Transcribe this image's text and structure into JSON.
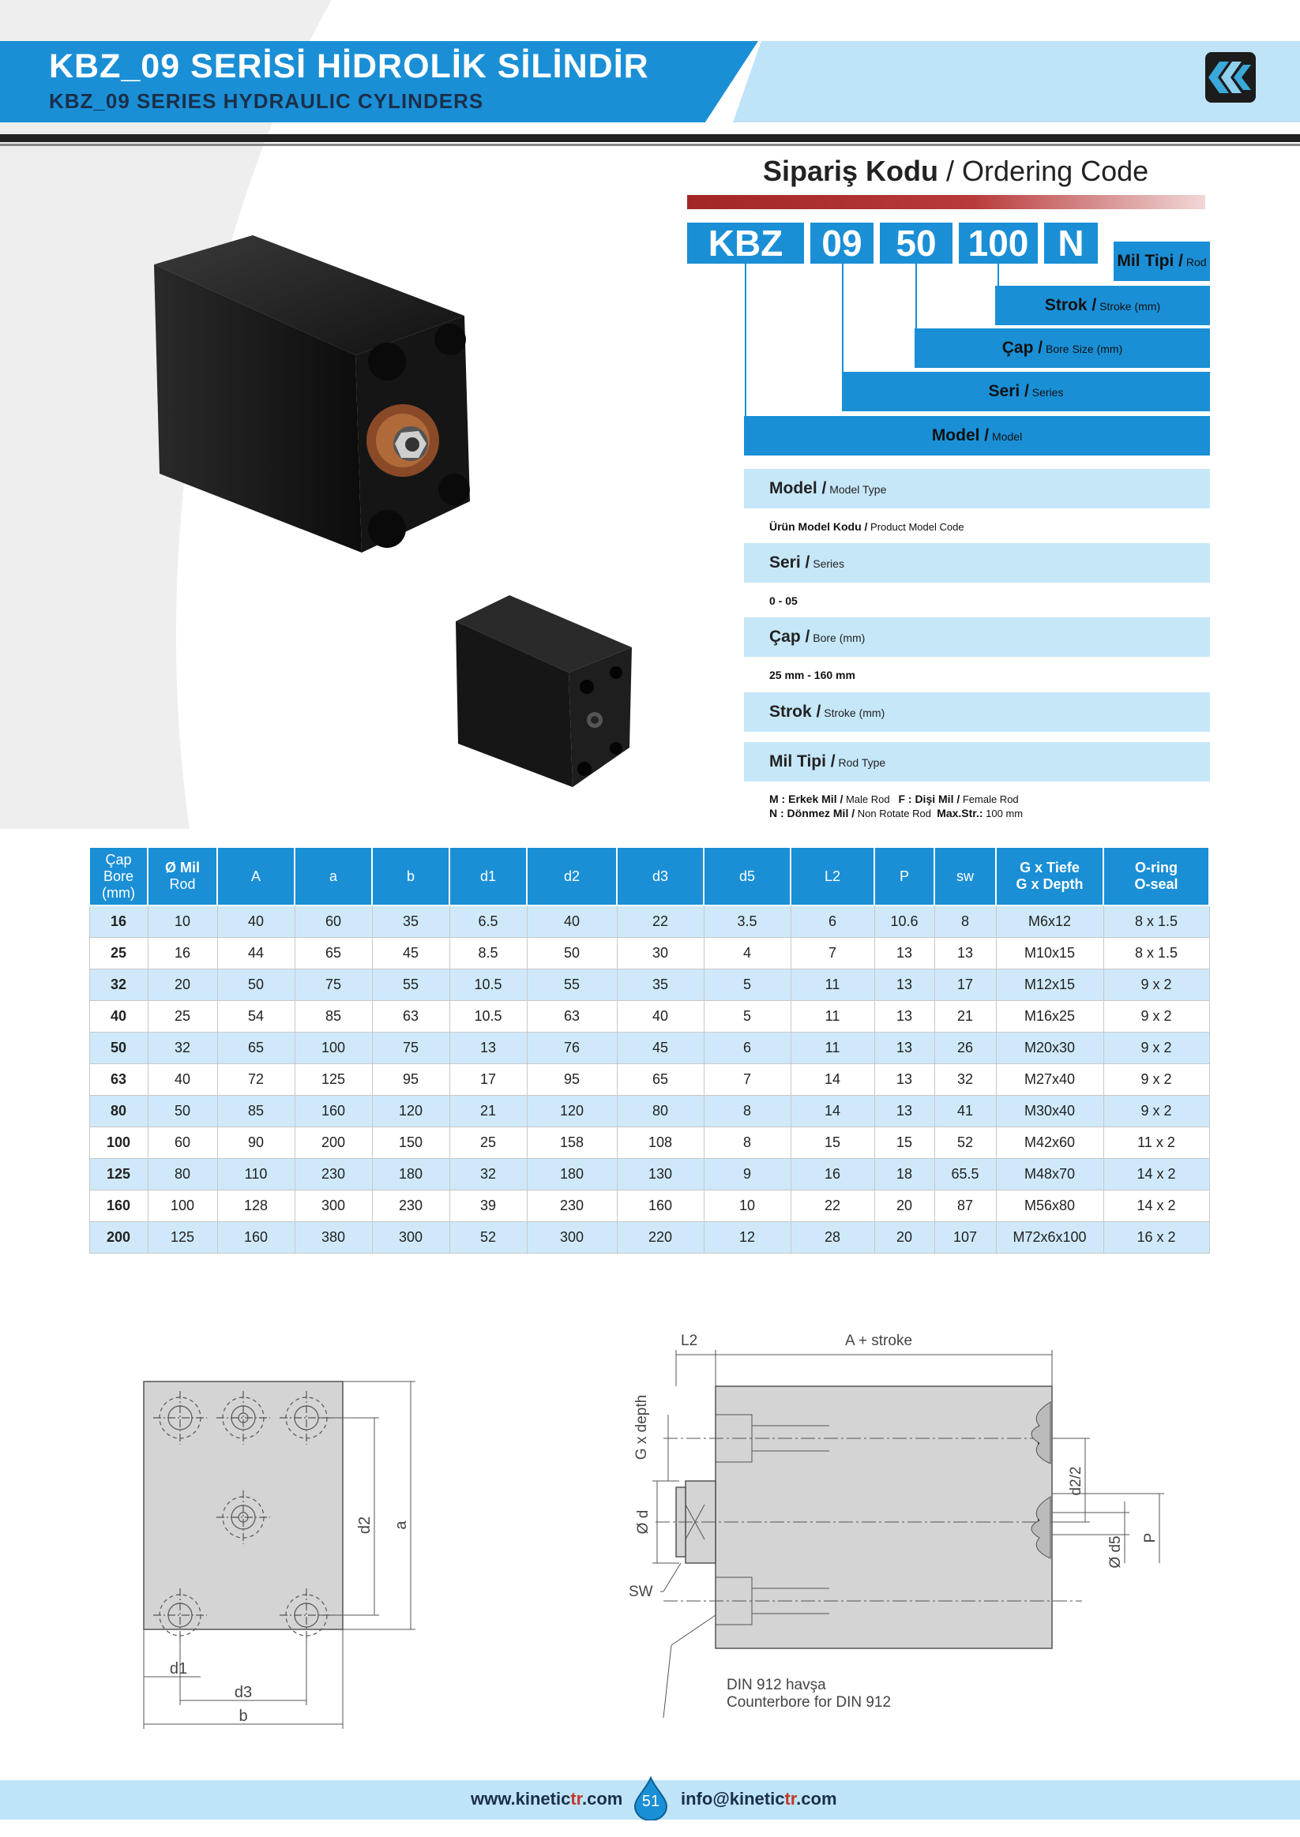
{
  "header": {
    "title_tr": "KBZ_09 SERİSİ HİDROLİK SİLİNDİR",
    "title_en": "KBZ_09 SERIES HYDRAULIC CYLINDERS"
  },
  "ordering": {
    "title_bold": "Sipariş Kodu",
    "title_sep": " / ",
    "title_en": "Ordering Code",
    "codes": [
      "KBZ",
      "09",
      "50",
      "100",
      "N"
    ],
    "labels": {
      "rod_tr": "Mil Tipi /",
      "rod_en": " Rod",
      "stroke_tr": "Strok /",
      "stroke_en": " Stroke (mm)",
      "bore_tr": "Çap /",
      "bore_en": " Bore Size (mm)",
      "series_tr": "Seri /",
      "series_en": " Series",
      "model_tr": "Model /",
      "model_en": " Model"
    }
  },
  "info": {
    "model_tr": "Model /",
    "model_en": " Model Type",
    "model_desc_tr": "Ürün Model Kodu /",
    "model_desc_en": " Product Model Code",
    "series_tr": "Seri /",
    "series_en": " Series",
    "series_val": "0 - 05",
    "bore_tr": "Çap /",
    "bore_en": " Bore (mm)",
    "bore_val": "25 mm - 160 mm",
    "stroke_tr": "Strok /",
    "stroke_en": " Stroke (mm)",
    "rod_tr": "Mil Tipi /",
    "rod_en": " Rod Type",
    "rod_line1_a": "M : Erkek Mil /",
    "rod_line1_b": " Male Rod   ",
    "rod_line1_c": "F : Dişi Mil /",
    "rod_line1_d": " Female Rod",
    "rod_line2_a": "N : Dönmez Mil /",
    "rod_line2_b": " Non Rotate Rod  ",
    "rod_line2_c": "Max.Str.:",
    "rod_line2_d": " 100 mm"
  },
  "table": {
    "headers": [
      [
        "Çap",
        "Bore",
        "(mm)"
      ],
      [
        "Ø Mil",
        "Rod"
      ],
      [
        "A"
      ],
      [
        "a"
      ],
      [
        "b"
      ],
      [
        "d1"
      ],
      [
        "d2"
      ],
      [
        "d3"
      ],
      [
        "d5"
      ],
      [
        "L2"
      ],
      [
        "P"
      ],
      [
        "sw"
      ],
      [
        "G x Tiefe",
        "G x Depth"
      ],
      [
        "O-ring",
        "O-seal"
      ]
    ],
    "rows": [
      [
        "16",
        "10",
        "40",
        "60",
        "35",
        "6.5",
        "40",
        "22",
        "3.5",
        "6",
        "10.6",
        "8",
        "M6x12",
        "8 x 1.5"
      ],
      [
        "25",
        "16",
        "44",
        "65",
        "45",
        "8.5",
        "50",
        "30",
        "4",
        "7",
        "13",
        "13",
        "M10x15",
        "8 x 1.5"
      ],
      [
        "32",
        "20",
        "50",
        "75",
        "55",
        "10.5",
        "55",
        "35",
        "5",
        "11",
        "13",
        "17",
        "M12x15",
        "9 x 2"
      ],
      [
        "40",
        "25",
        "54",
        "85",
        "63",
        "10.5",
        "63",
        "40",
        "5",
        "11",
        "13",
        "21",
        "M16x25",
        "9 x 2"
      ],
      [
        "50",
        "32",
        "65",
        "100",
        "75",
        "13",
        "76",
        "45",
        "6",
        "11",
        "13",
        "26",
        "M20x30",
        "9 x 2"
      ],
      [
        "63",
        "40",
        "72",
        "125",
        "95",
        "17",
        "95",
        "65",
        "7",
        "14",
        "13",
        "32",
        "M27x40",
        "9 x 2"
      ],
      [
        "80",
        "50",
        "85",
        "160",
        "120",
        "21",
        "120",
        "80",
        "8",
        "14",
        "13",
        "41",
        "M30x40",
        "9 x 2"
      ],
      [
        "100",
        "60",
        "90",
        "200",
        "150",
        "25",
        "158",
        "108",
        "8",
        "15",
        "15",
        "52",
        "M42x60",
        "11 x 2"
      ],
      [
        "125",
        "80",
        "110",
        "230",
        "180",
        "32",
        "180",
        "130",
        "9",
        "16",
        "18",
        "65.5",
        "M48x70",
        "14 x 2"
      ],
      [
        "160",
        "100",
        "128",
        "300",
        "230",
        "39",
        "230",
        "160",
        "10",
        "22",
        "20",
        "87",
        "M56x80",
        "14 x 2"
      ],
      [
        "200",
        "125",
        "160",
        "380",
        "300",
        "52",
        "300",
        "220",
        "12",
        "28",
        "20",
        "107",
        "M72x6x100",
        "16 x 2"
      ]
    ]
  },
  "drawing": {
    "left": {
      "d2": "d2",
      "a": "a",
      "d1": "d1",
      "d3": "d3",
      "b": "b"
    },
    "right": {
      "L2": "L2",
      "A_stroke": "A + stroke",
      "G_depth": "G x depth",
      "d": "Ø d",
      "SW": "SW",
      "d2_2": "d2/2",
      "d5": "Ø d5",
      "P": "P",
      "din1": "DIN 912 havşa",
      "din2": "Counterbore for DIN 912"
    }
  },
  "footer": {
    "web_a": "www.kinetic",
    "web_b": "tr",
    "web_c": ".com",
    "page": "51",
    "mail_a": "info@kinetic",
    "mail_b": "tr",
    "mail_c": ".com"
  }
}
